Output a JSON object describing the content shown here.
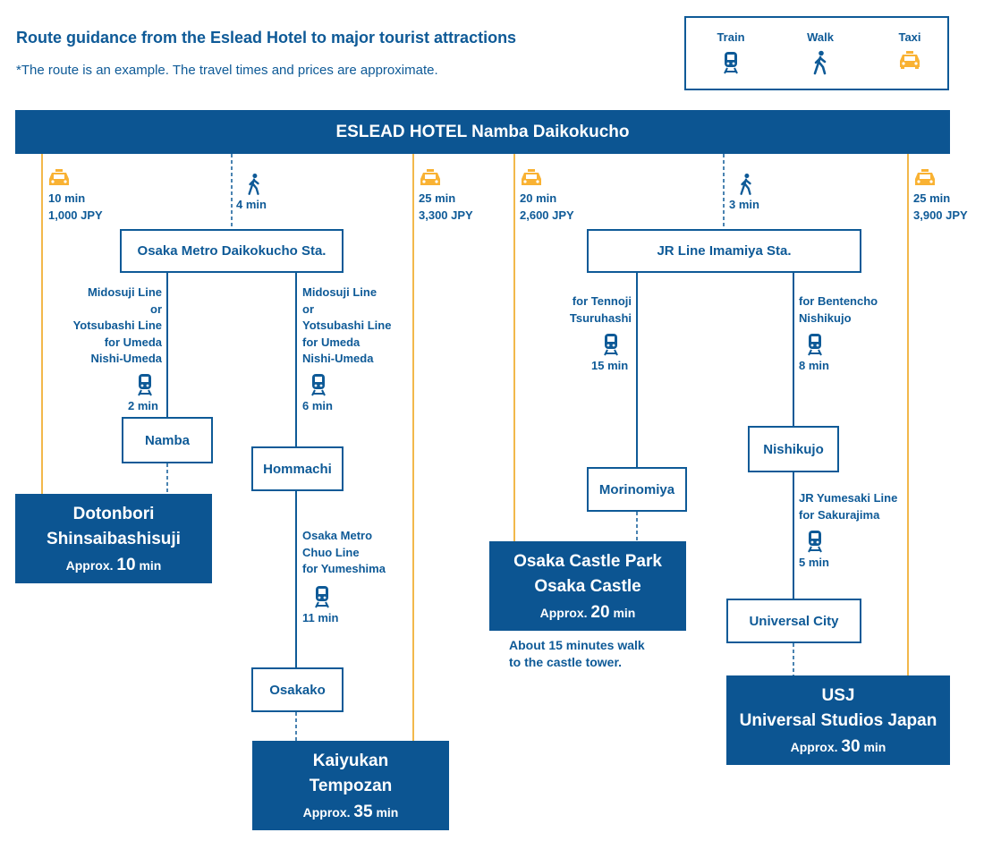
{
  "header": {
    "title": "Route guidance from the Eslead Hotel to major tourist attractions",
    "note": "*The route is an example. The travel times and prices are approximate."
  },
  "legend": {
    "train": "Train",
    "walk": "Walk",
    "taxi": "Taxi"
  },
  "hotel": "ESLEAD HOTEL Namba Daikokucho",
  "stations": {
    "daikokucho": "Osaka Metro Daikokucho Sta.",
    "imamiya": "JR Line Imamiya Sta.",
    "namba": "Namba",
    "hommachi": "Hommachi",
    "osakako": "Osakako",
    "morinomiya": "Morinomiya",
    "nishikujo": "Nishikujo",
    "universal_city": "Universal City"
  },
  "taxi": {
    "dotonbori": {
      "time": "10 min",
      "price": "1,000 JPY"
    },
    "kaiyukan": {
      "time": "25 min",
      "price": "3,300 JPY"
    },
    "castle": {
      "time": "20 min",
      "price": "2,600 JPY"
    },
    "usj": {
      "time": "25 min",
      "price": "3,900 JPY"
    }
  },
  "walk": {
    "to_daikokucho": "4 min",
    "to_imamiya": "3 min"
  },
  "lines": {
    "to_namba": {
      "l1": "Midosuji Line",
      "l2": "or",
      "l3": "Yotsubashi Line",
      "l4": "for Umeda",
      "l5": "Nishi-Umeda",
      "time": "2 min"
    },
    "to_hommachi": {
      "l1": "Midosuji Line",
      "l2": "or",
      "l3": "Yotsubashi Line",
      "l4": "for Umeda",
      "l5": "Nishi-Umeda",
      "time": "6 min"
    },
    "to_osakako": {
      "l1": "Osaka Metro",
      "l2": "Chuo Line",
      "l3": "for Yumeshima",
      "time": "11 min"
    },
    "to_morinomiya": {
      "l1": "for Tennoji",
      "l2": "Tsuruhashi",
      "time": "15 min"
    },
    "to_nishikujo": {
      "l1": "for Bentencho",
      "l2": "Nishikujo",
      "time": "8 min"
    },
    "to_universal": {
      "l1": "JR Yumesaki Line",
      "l2": "for Sakurajima",
      "time": "5 min"
    }
  },
  "destinations": {
    "dotonbori": {
      "line1": "Dotonbori",
      "line2": "Shinsaibashisuji",
      "approx": "Approx.",
      "num": "10",
      "unit": "min"
    },
    "kaiyukan": {
      "line1": "Kaiyukan",
      "line2": "Tempozan",
      "approx": "Approx.",
      "num": "35",
      "unit": "min"
    },
    "castle": {
      "line1": "Osaka Castle Park",
      "line2": "Osaka Castle",
      "approx": "Approx.",
      "num": "20",
      "unit": "min"
    },
    "usj": {
      "line1": "USJ",
      "line2": "Universal Studios Japan",
      "approx": "Approx.",
      "num": "30",
      "unit": "min"
    }
  },
  "castle_note": {
    "l1": "About 15 minutes walk",
    "l2": "to the castle tower."
  },
  "colors": {
    "blue": "#0c5592",
    "taxi_line": "#f2b84b",
    "taxi_icon": "#f9b233"
  }
}
